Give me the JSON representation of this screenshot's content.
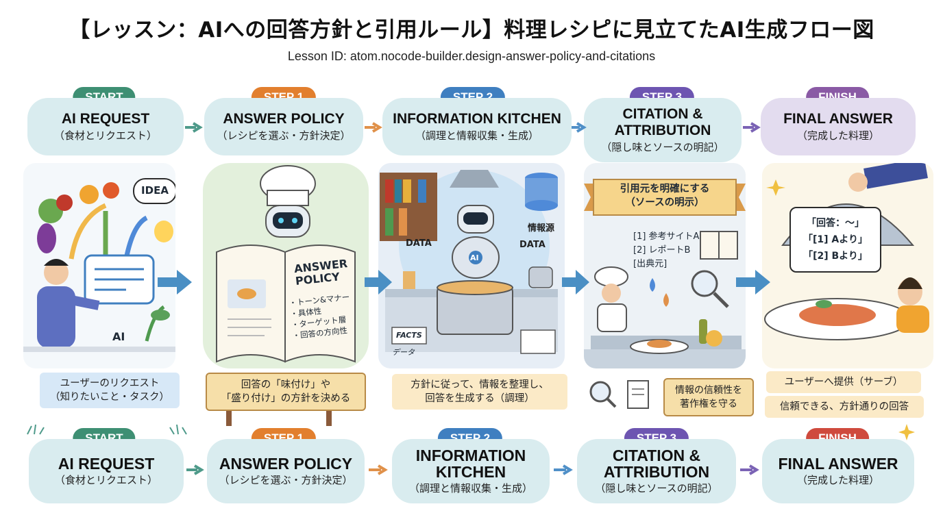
{
  "title": "【レッスン：AIへの回答方針と引用ルール】料理レシピに見立てたAI生成フロー図",
  "subtitle": "Lesson ID: atom.nocode-builder.design-answer-policy-and-citations",
  "steps": [
    {
      "tag": "START",
      "heading": "AI REQUEST",
      "sub": "（食材とリクエスト）"
    },
    {
      "tag": "STEP 1",
      "heading": "ANSWER POLICY",
      "sub": "（レシピを選ぶ・方針決定）"
    },
    {
      "tag": "STEP 2",
      "heading": "INFORMATION KITCHEN",
      "sub": "（調理と情報収集・生成）"
    },
    {
      "tag": "STEP 3",
      "heading_line1": "CITATION &",
      "heading_line2": "ATTRIBUTION",
      "sub": "（隠し味とソースの明記）"
    },
    {
      "tag": "FINISH",
      "heading": "FINAL ANSWER",
      "sub": "（完成した料理）"
    }
  ],
  "bottom_steps": [
    {
      "tag": "START",
      "heading": "AI REQUEST",
      "sub": "（食材とリクエスト）"
    },
    {
      "tag": "STEP 1",
      "heading": "ANSWER POLICY",
      "sub": "（レシピを選ぶ・方針決定）"
    },
    {
      "tag": "STEP 2",
      "heading_line1": "INFORMATION",
      "heading_line2": "KITCHEN",
      "sub": "（調理と情報収集・生成）"
    },
    {
      "tag": "STEP 3",
      "heading_line1": "CITATION &",
      "heading_line2": "ATTRIBUTION",
      "sub": "（隠し味とソースの明記）"
    },
    {
      "tag": "FINISH",
      "heading": "FINAL ANSWER",
      "sub": "（完成した料理）"
    }
  ],
  "panel1": {
    "idea": "IDEA",
    "ai": "AI",
    "caption_line1": "ユーザーのリクエスト",
    "caption_line2": "（知りたいこと・タスク）"
  },
  "panel2": {
    "book_title_1": "ANSWER",
    "book_title_2": "POLICY",
    "items": [
      "・トーン&マナー",
      "・具体性",
      "・ターゲット層",
      "・回答の方向性"
    ],
    "caption_line1": "回答の「味付け」や",
    "caption_line2": "「盛り付け」の方針を決める"
  },
  "panel3": {
    "data_left": "DATA",
    "data_right": "DATA",
    "source": "情報源",
    "facts": "FACTS",
    "data_jp": "データ",
    "ai": "AI",
    "caption_line1": "方針に従って、情報を整理し、",
    "caption_line2": "回答を生成する（調理）"
  },
  "panel4": {
    "banner_line1": "引用元を明確にする",
    "banner_line2": "（ソースの明示）",
    "refs": [
      "[1] 参考サイトA",
      "[2] レポートB",
      "[出典元]"
    ],
    "caption_line1": "情報の信頼性を",
    "caption_line2": "著作権を守る"
  },
  "panel5": {
    "bubble": [
      "「回答：～」",
      "「[1] Aより」",
      "「[2] Bより」"
    ],
    "caption_line1": "ユーザーへ提供（サーブ）",
    "caption_line2": "信頼できる、方針通りの回答"
  },
  "colors": {
    "start": "#3e8f73",
    "step1": "#e27f2e",
    "step2": "#3f7fc0",
    "step3": "#6d55b1",
    "finish": "#cf4a3d",
    "box": "#d9ecef",
    "finish_box": "#e3dcef",
    "arrow": "#4a8fc4"
  }
}
